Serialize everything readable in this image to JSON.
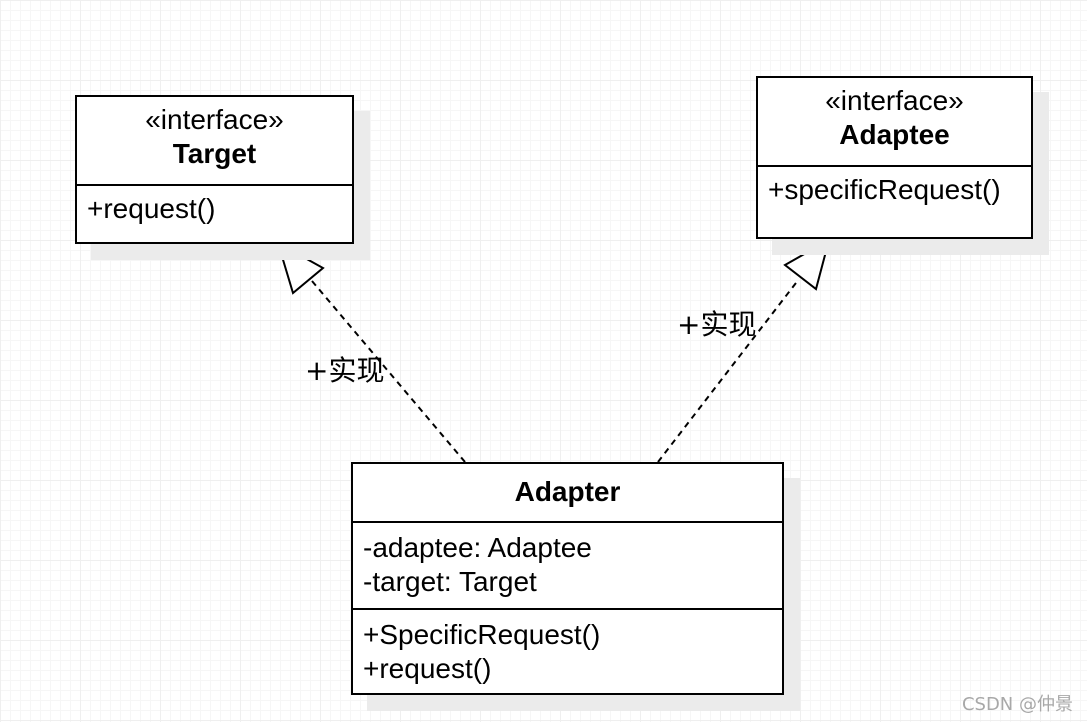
{
  "target": {
    "stereotype": "«interface»",
    "name": "Target",
    "methods": [
      "+request()"
    ]
  },
  "adaptee": {
    "stereotype": "«interface»",
    "name": "Adaptee",
    "methods": [
      "+specificRequest()"
    ]
  },
  "adapter": {
    "name": "Adapter",
    "attributes": [
      "-adaptee: Adaptee",
      "-target: Target"
    ],
    "methods": [
      "+SpecificRequest()",
      "+request()"
    ]
  },
  "relations": {
    "left_label": "+实现",
    "right_label": "+实现"
  },
  "watermark": "CSDN @仲景"
}
